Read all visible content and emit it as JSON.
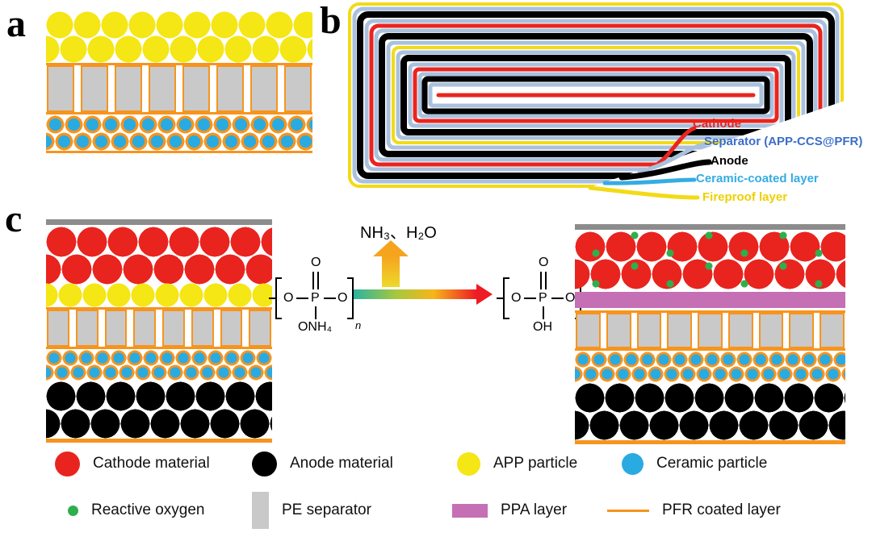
{
  "figure": {
    "panel_a_label": "a",
    "panel_b_label": "b",
    "panel_c_label": "c"
  },
  "panel_b": {
    "callouts": [
      {
        "label": "Cathode",
        "color": "#e9241f"
      },
      {
        "label": "Separator (APP-CCS@PFR)",
        "color": "#3a6ecb"
      },
      {
        "label": "Anode",
        "color": "#000000"
      },
      {
        "label": "Ceramic-coated layer",
        "color": "#35ace2"
      },
      {
        "label": "Fireproof layer",
        "color": "#f0cf00"
      }
    ]
  },
  "reaction": {
    "gas_label": "NH₃、H₂O",
    "app_structure": {
      "top_atom": "O",
      "left_atom": "O",
      "center_atom": "P",
      "right_atom": "O",
      "bottom_group": "ONH₄",
      "repeat_subscript": "n"
    },
    "ppa_structure": {
      "top_atom": "O",
      "left_atom": "O",
      "center_atom": "P",
      "right_atom": "O",
      "bottom_group": "OH",
      "repeat_subscript": "n"
    }
  },
  "legend": {
    "items": [
      {
        "label": "Cathode material",
        "color": "#e9241f"
      },
      {
        "label": "Anode material",
        "color": "#000000"
      },
      {
        "label": "APP particle",
        "color": "#f5e615"
      },
      {
        "label": "Ceramic particle",
        "color": "#29abe2"
      },
      {
        "label": "Reactive oxygen",
        "color": "#2fae4d"
      },
      {
        "label": "PE separator",
        "color": "#c9c9c9"
      },
      {
        "label": "PPA layer",
        "color": "#c56fb5"
      },
      {
        "label": "PFR coated layer",
        "color": "#f7941d"
      }
    ]
  },
  "palette": {
    "pfr_orange": "#f7941d",
    "cathode_red": "#e9241f",
    "anode_black": "#000000",
    "app_yellow": "#f5e615",
    "ceramic_blue": "#29abe2",
    "ppa_purple": "#c56fb5",
    "pe_gray": "#c9c9c9",
    "reactive_oxygen_green": "#2fae4d",
    "current_collector_gray": "#8c8c8c"
  }
}
